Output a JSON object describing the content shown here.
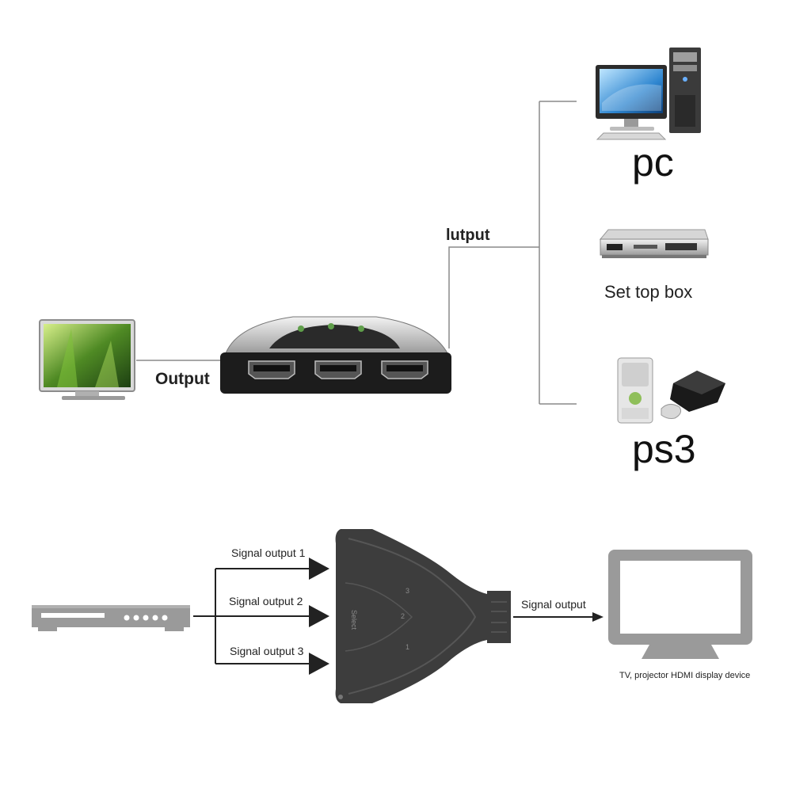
{
  "top_diagram": {
    "switch_output_label": "Output",
    "input_label": "lutput",
    "devices": [
      {
        "name": "pc",
        "icon": "desktop-computer-icon"
      },
      {
        "name": "Set top box",
        "icon": "set-top-box-icon"
      },
      {
        "name": "ps3",
        "icon": "game-consoles-icon"
      }
    ],
    "display_icon": "flat-tv-icon",
    "switch_icon": "hdmi-3-port-switch-icon"
  },
  "bottom_diagram": {
    "signals": [
      "Signal output 1",
      "Signal output 2",
      "Signal output 3"
    ],
    "output_label": "Signal output",
    "display_caption": "TV, projector HDMI display device",
    "switch_markings": [
      "Select",
      "1",
      "2",
      "3"
    ],
    "source_icon": "dvd-player-icon",
    "display_icon": "monitor-outline-icon"
  },
  "colors": {
    "line": "#8a8a8a",
    "arrow": "#222222",
    "switch_body": "#3a3a3a",
    "device_grey": "#9a9a9a"
  }
}
